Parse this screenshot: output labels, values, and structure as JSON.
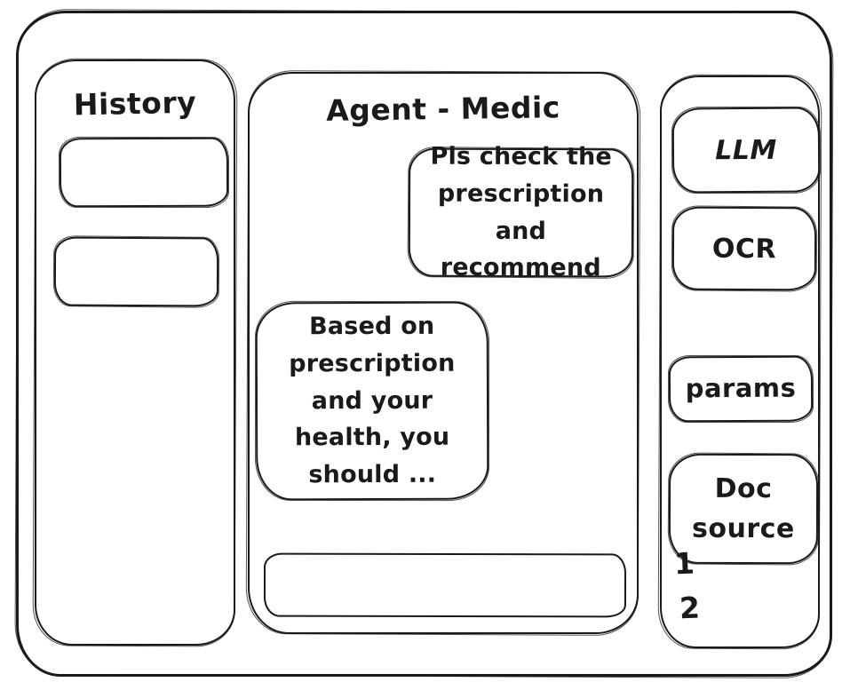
{
  "sidebar": {
    "title": "History",
    "items": [
      {
        "label": ""
      },
      {
        "label": ""
      }
    ]
  },
  "chat": {
    "title": "Agent - Medic",
    "messages": [
      {
        "role": "user",
        "text": "Pls check the prescription and recommend"
      },
      {
        "role": "agent",
        "text": "Based on prescription and your health, you should ..."
      }
    ],
    "input": {
      "value": "",
      "placeholder": ""
    }
  },
  "tools": {
    "buttons": [
      {
        "label": "LLM"
      },
      {
        "label": "OCR"
      },
      {
        "label": "params"
      },
      {
        "label": "Doc source"
      }
    ],
    "doc_source_items": [
      "1",
      "2"
    ]
  },
  "colors": {
    "ink": "#1a1a1a",
    "background": "#ffffff"
  }
}
